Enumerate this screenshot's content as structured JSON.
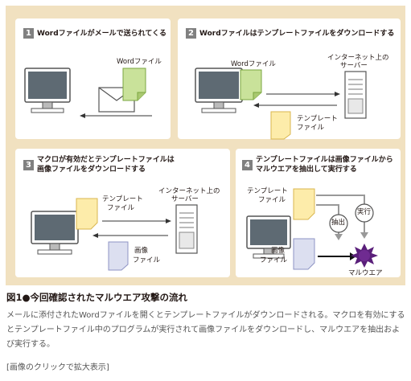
{
  "panel1": {
    "number": "1",
    "title": "Wordファイルがメールで送られてくる",
    "word_label": "Wordファイル"
  },
  "panel2": {
    "number": "2",
    "title": "Wordファイルはテンプレートファイルをダウンロードする",
    "word_label": "Wordファイル",
    "server_label_1": "インターネット上の",
    "server_label_2": "サーバー",
    "template_label_1": "テンプレート",
    "template_label_2": "ファイル"
  },
  "panel3": {
    "number": "3",
    "title_1": "マクロが有効だとテンプレートファイルは",
    "title_2": "画像ファイルをダウンロードする",
    "template_label_1": "テンプレート",
    "template_label_2": "ファイル",
    "server_label_1": "インターネット上の",
    "server_label_2": "サーバー",
    "image_label_1": "画像",
    "image_label_2": "ファイル"
  },
  "panel4": {
    "number": "4",
    "title_1": "テンプレートファイルは画像ファイルから",
    "title_2": "マルウエアを抽出して実行する",
    "template_label_1": "テンプレート",
    "template_label_2": "ファイル",
    "image_label_1": "画像",
    "image_label_2": "ファイル",
    "extract_label": "抽出",
    "execute_label": "実行",
    "malware_label": "マルウエア"
  },
  "caption": {
    "title": "図1●今回確認されたマルウエア攻撃の流れ",
    "body": "メールに添付されたWordファイルを開くとテンプレートファイルがダウンロードされる。マクロを有効にするとテンプレートファイル中のプログラムが実行されて画像ファイルをダウンロードし、マルウエアを抽出および実行する。",
    "link": "[画像のクリックで拡大表示]"
  },
  "colors": {
    "background": "#f1e1c0",
    "word_doc": "#c9e29a",
    "template_doc": "#fdecaa",
    "image_doc": "#dcdff0",
    "malware": "#5a1f7a",
    "badge": "#808080"
  }
}
